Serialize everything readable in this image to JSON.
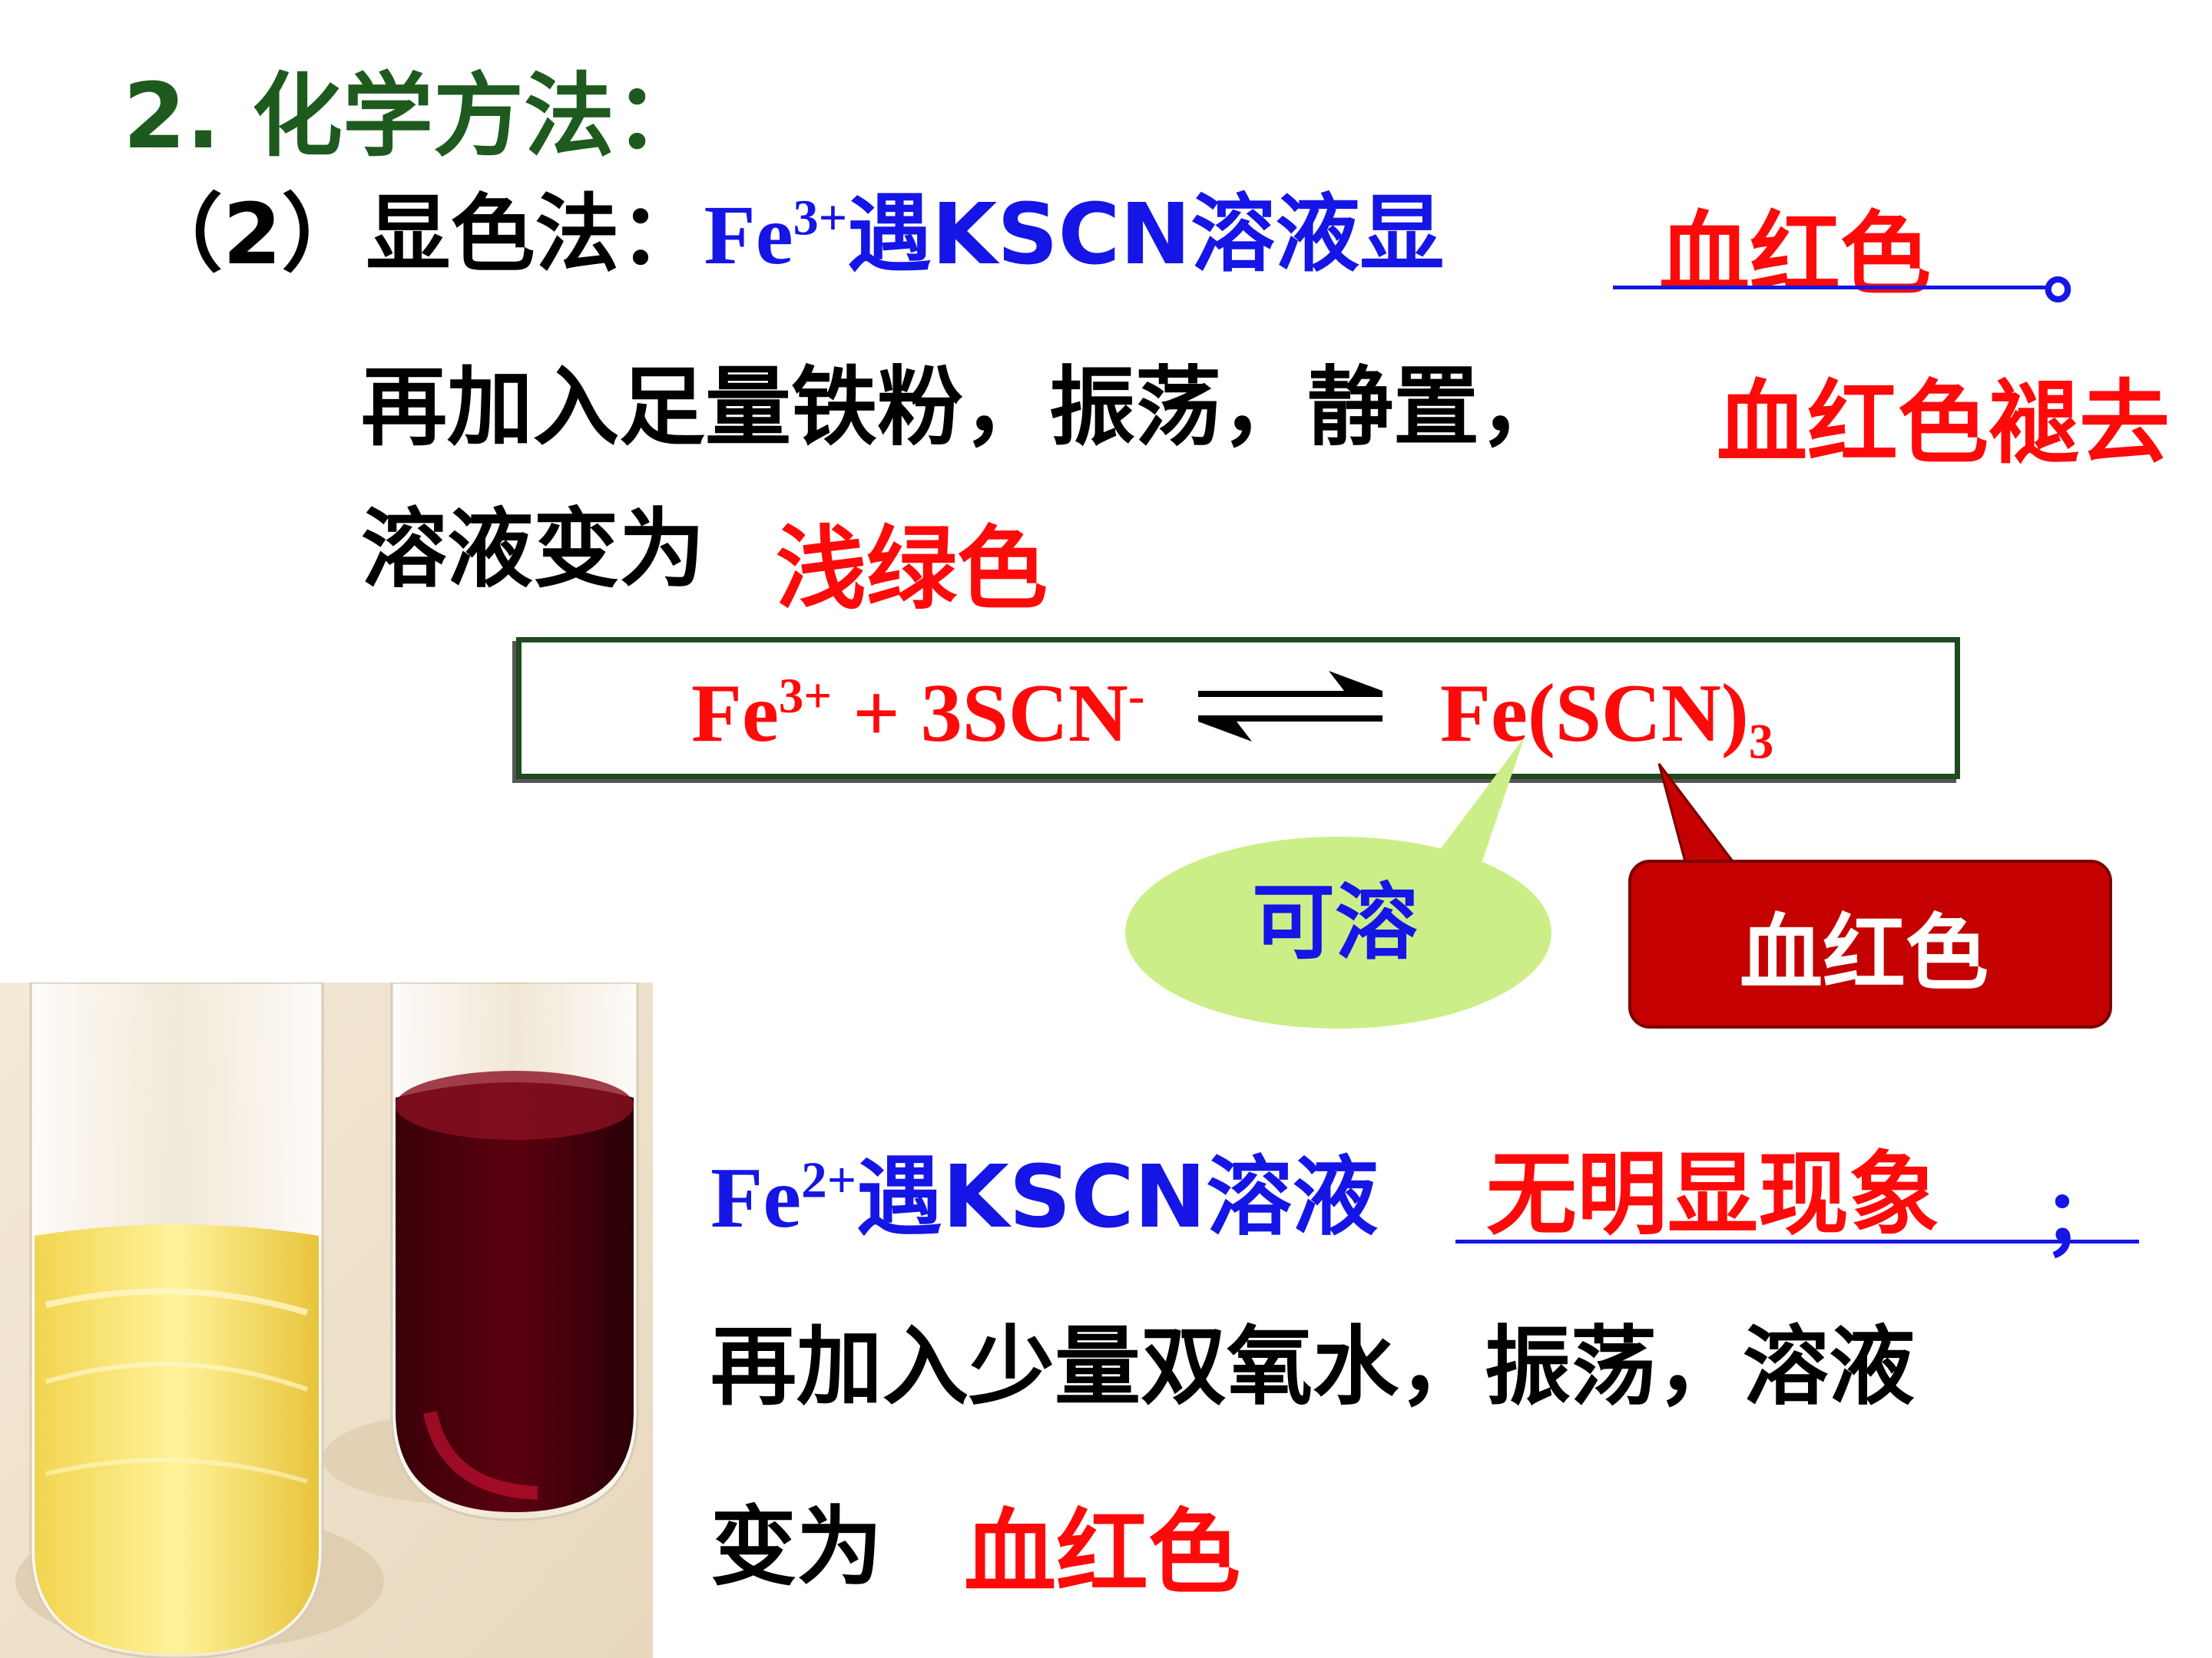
{
  "heading": "2. 化学方法：",
  "section": {
    "label": "（2）显色法：",
    "fe3_prefix": "Fe",
    "fe3_charge": "3+",
    "fe3_reaction_text": "遇KSCN溶液显",
    "fe3_answer": "血红色",
    "period": "。",
    "line2_text": "再加入足量铁粉，振荡，静置，",
    "line2_answer": "血红色褪去",
    "line3_text": "溶液变为",
    "line3_answer": "浅绿色"
  },
  "equation": {
    "reactant1": "Fe",
    "reactant1_charge": "3+",
    "plus_coeff": " + 3SCN",
    "reactant2_charge": "-",
    "product": "Fe(SCN)",
    "product_sub": "3"
  },
  "callouts": {
    "soluble": "可溶",
    "blood_red": "血红色"
  },
  "fe2": {
    "prefix": "Fe",
    "charge": "2+",
    "text": "遇KSCN溶液",
    "answer": "无明显现象",
    "semicolon": "；",
    "line2": "再加入少量双氧水，振荡，溶液",
    "line3_text": "变为",
    "line3_answer": "血红色"
  },
  "colors": {
    "heading_green": "#1e5a1e",
    "text_blue": "#1515e6",
    "answer_red": "#ff0a0a",
    "box_border": "#1e4a1e",
    "soluble_bubble": "#ccee88",
    "red_callout": "#c40000"
  }
}
